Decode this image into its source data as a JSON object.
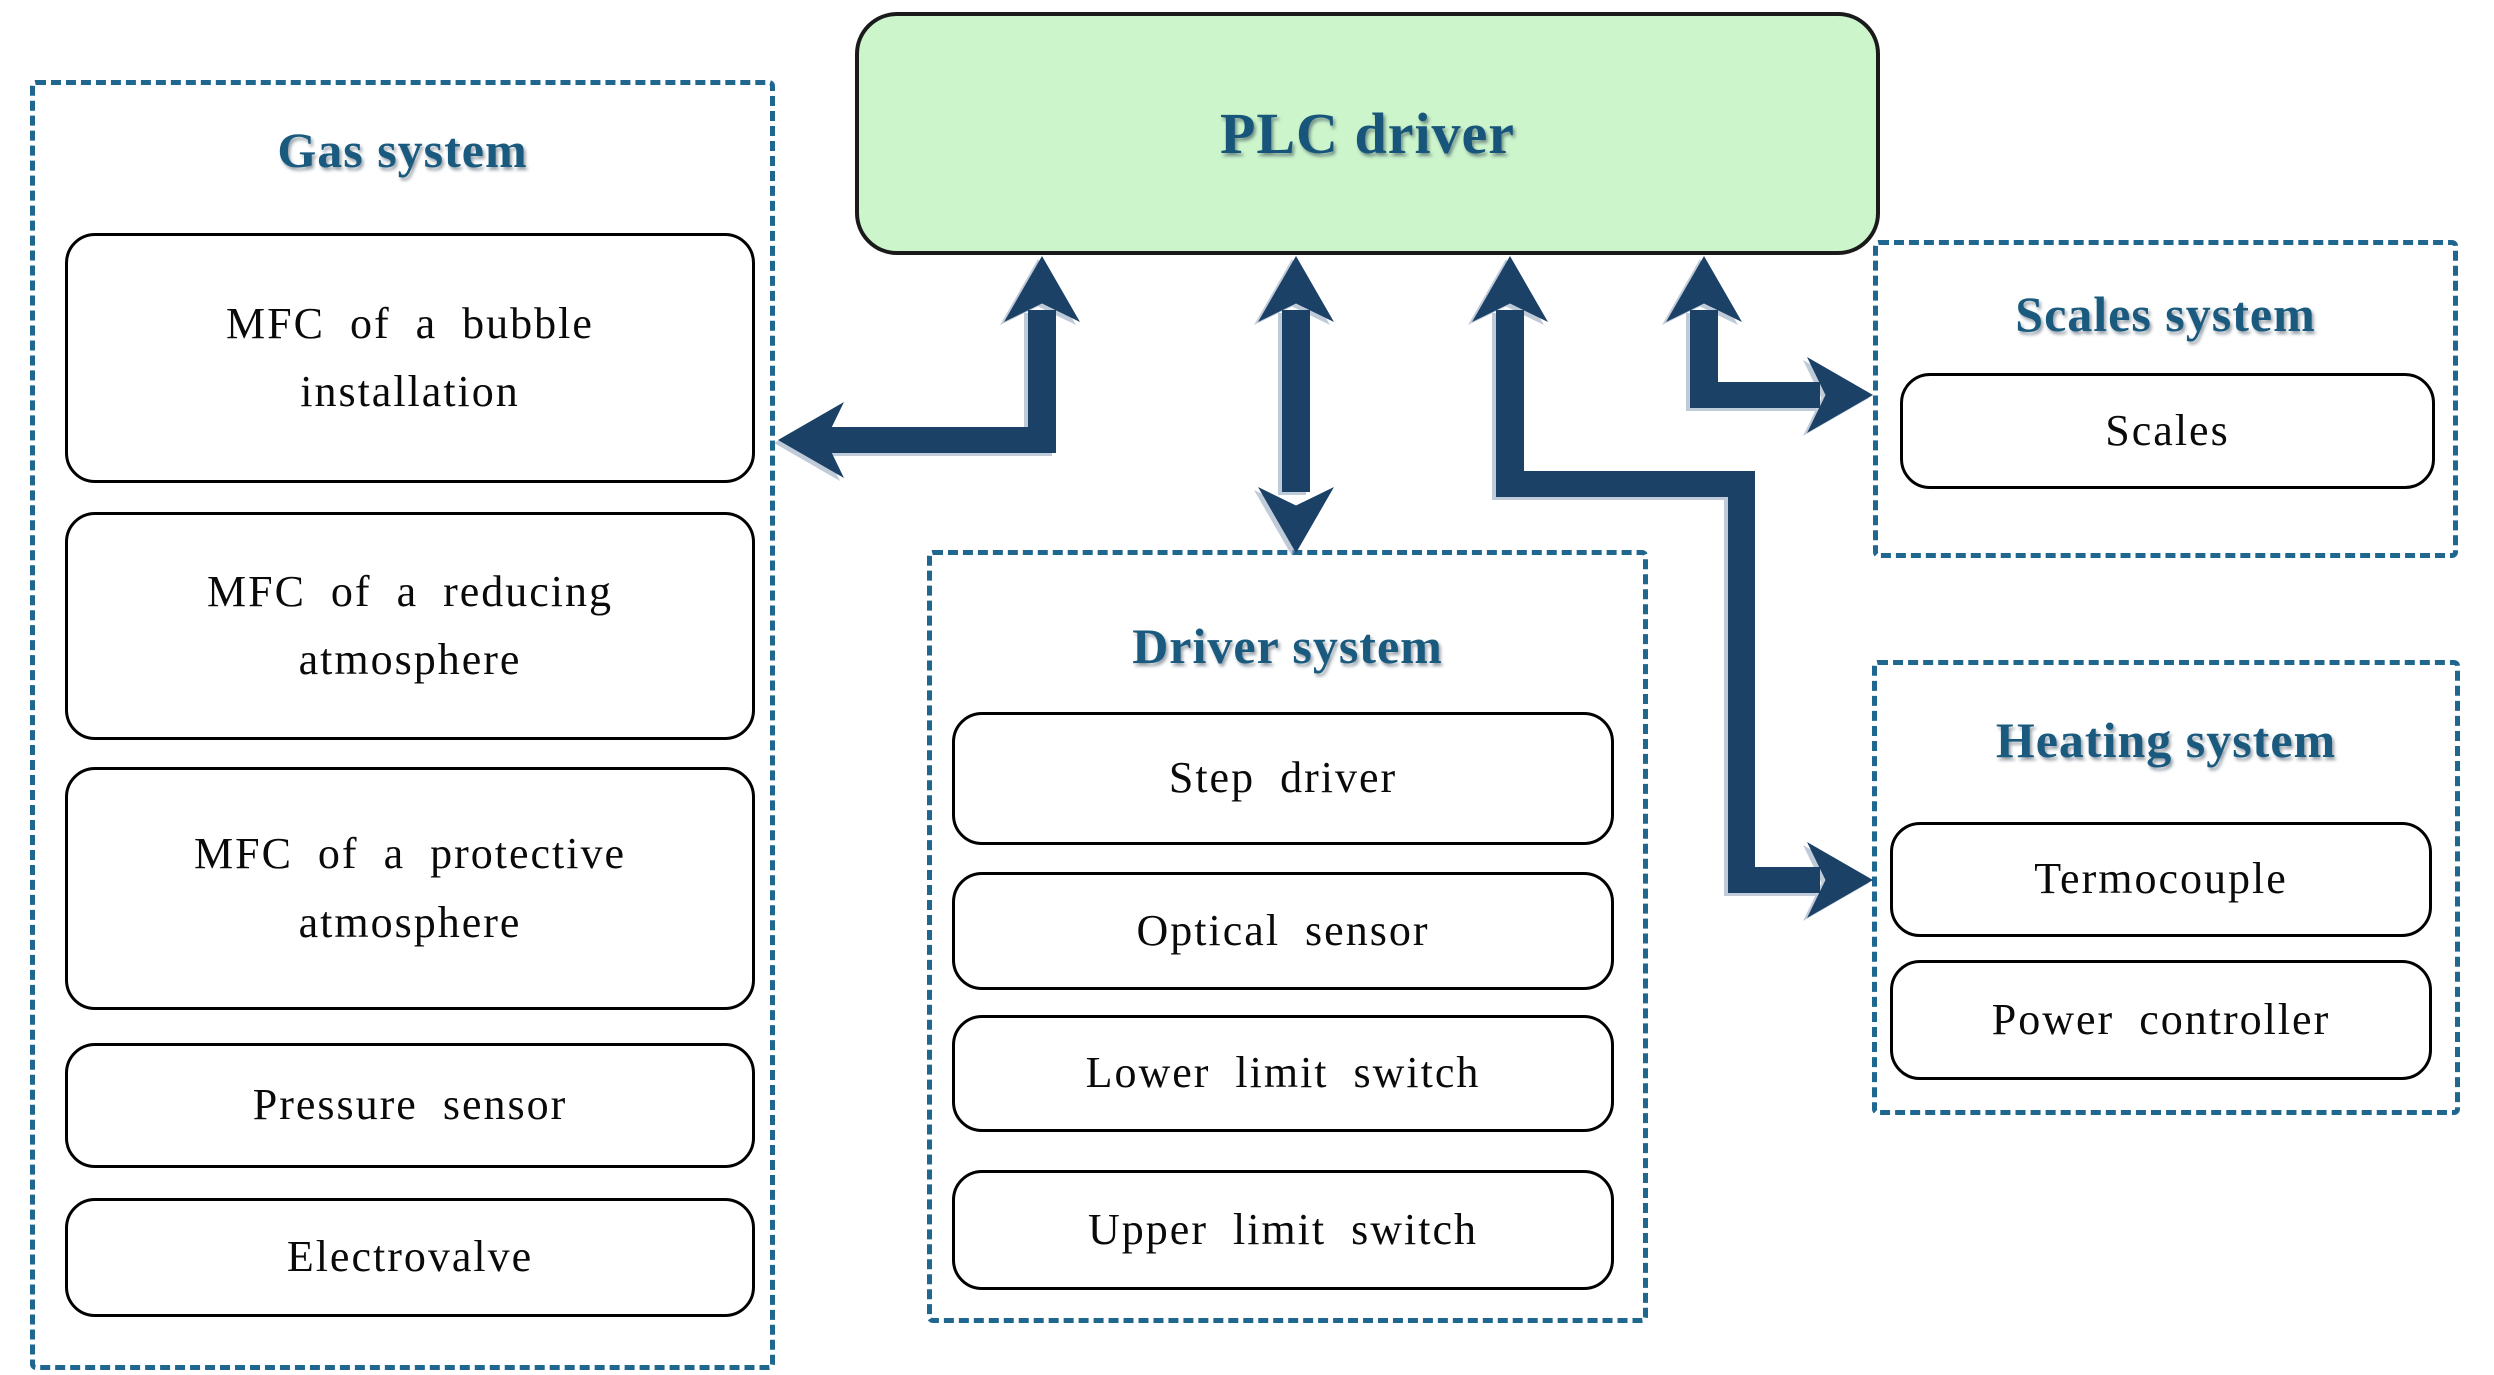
{
  "colors": {
    "arrow": "#1c4166",
    "panel_dash": "#1f678f",
    "system_title": "#1a5a7e",
    "plc_fill": "#cdf5cc",
    "node_border": "#000000",
    "node_text": "#0a0a0a"
  },
  "plc": {
    "label": "PLC driver"
  },
  "panels": {
    "gas": {
      "title": "Gas system",
      "items": [
        "MFC of a bubble installation",
        "MFC of a reducing atmosphere",
        "MFC of a protective atmosphere",
        "Pressure sensor",
        "Electrovalve"
      ]
    },
    "driver": {
      "title": "Driver system",
      "items": [
        "Step driver",
        "Optical sensor",
        "Lower limit switch",
        "Upper limit switch"
      ]
    },
    "scales": {
      "title": "Scales system",
      "items": [
        "Scales"
      ]
    },
    "heating": {
      "title": "Heating system",
      "items": [
        "Termocouple",
        "Power controller"
      ]
    }
  }
}
